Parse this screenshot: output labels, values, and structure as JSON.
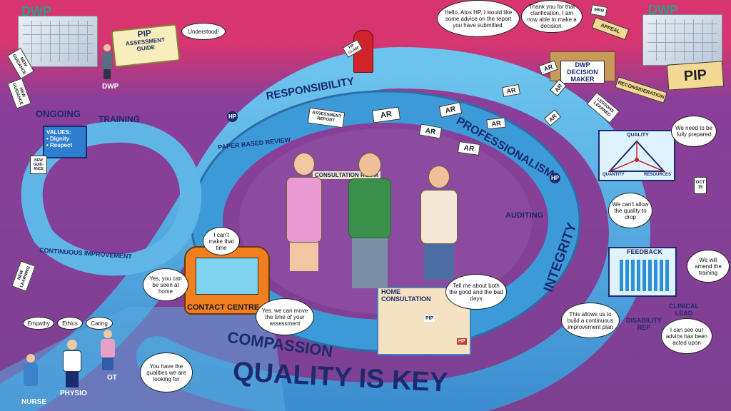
{
  "corner_labels": {
    "dwp_top_left": "DWP",
    "dwp_top_right": "DWP",
    "dwp_person": "DWP",
    "pip_box": "PIP"
  },
  "book": {
    "line1": "PIP",
    "line2": "ASSESSMENT",
    "line3": "GUIDE"
  },
  "stages": {
    "responsibility": "RESPONSIBILITY",
    "professionalism": "PROFESSIONALISM",
    "integrity": "INTEGRITY",
    "compassion": "COMPASSION",
    "quality_is_key": "QUALITY IS KEY"
  },
  "areas": {
    "paper_based_review": "PAPER BASED REVIEW",
    "auditing": "AUDITING",
    "contact_centre": "CONTACT CENTRE",
    "home_consultation": "HOME CONSULTATION",
    "consultation_room": "CONSULTATION ROOM",
    "ongoing": "ONGOING",
    "training": "TRAINING",
    "continuous_improvement": "CONTINUOUS IMPROVEMENT",
    "dwp_decision_maker": "DWP DECISION MAKER",
    "feedback": "FEEDBACK"
  },
  "values_board": {
    "title": "VALUES:",
    "items": [
      "• Dignity",
      "• Respect"
    ]
  },
  "quality_triangle": {
    "top": "QUALITY",
    "left": "QUANTITY",
    "right": "RESOURCES"
  },
  "ar_tags": [
    "AR",
    "AR",
    "AR",
    "AR",
    "AR",
    "AR",
    "AR",
    "AR",
    "AR"
  ],
  "cards": {
    "assessment_report": "ASSESSMENT REPORT",
    "reconsideration": "RECONSIDERATION",
    "lessons_learned": "LESSONS LEARNED",
    "new_guidance_1": "NEW GUIDANCE",
    "new_guidance_2": "NEW GUIDANCE",
    "new_learning": "NEW LEARNING",
    "appeal": "APPEAL",
    "mrn": "MRN",
    "pip_claim": "PIP CLAIM",
    "new_guidance_board": "NEW GUID- ANCE",
    "oct": "OCT 15"
  },
  "bubbles": {
    "understood": "Understood!",
    "hello_atos": "Hello, Atos HP, I would like some advice on the report you have submitted.",
    "thank_you": "Thank you for that clarification, I am now able to make a decision.",
    "fully_prepared": "We need to be fully prepared",
    "cant_allow": "We can't allow the quality to drop",
    "amend_training": "We will amend the training",
    "cant_make_time": "I can't make that time",
    "seen_at_home": "Yes, you can be seen at home",
    "move_time": "Yes, we can move the time of your assessment",
    "good_bad_days": "Tell me about both the good and the bad days",
    "continuous_plan": "This allows us to build a continuous improvement plan",
    "advice_acted": "I can see our advice has been acted upon",
    "qualities": "You have the qualities we are looking for"
  },
  "values_bubbles": [
    "Empathy",
    "Ethics",
    "Caring"
  ],
  "roles": {
    "nurse": "NURSE",
    "physio": "PHYSIO",
    "ot": "OT",
    "disability_rep": "DISABILITY REP",
    "clinical_lead": "CLINICAL LEAD",
    "hp1": "HP",
    "hp2": "HP",
    "hp_case": "HP",
    "pip_case": "PIP"
  },
  "colors": {
    "pink_bg": "#d6356f",
    "purple_bg": "#7d4192",
    "path_blue": "#5fb6e6",
    "path_dark": "#3a86c4",
    "text_navy": "#1c2a6e",
    "dwp_green": "#2f9c84",
    "phone_orange": "#f07f1f"
  }
}
